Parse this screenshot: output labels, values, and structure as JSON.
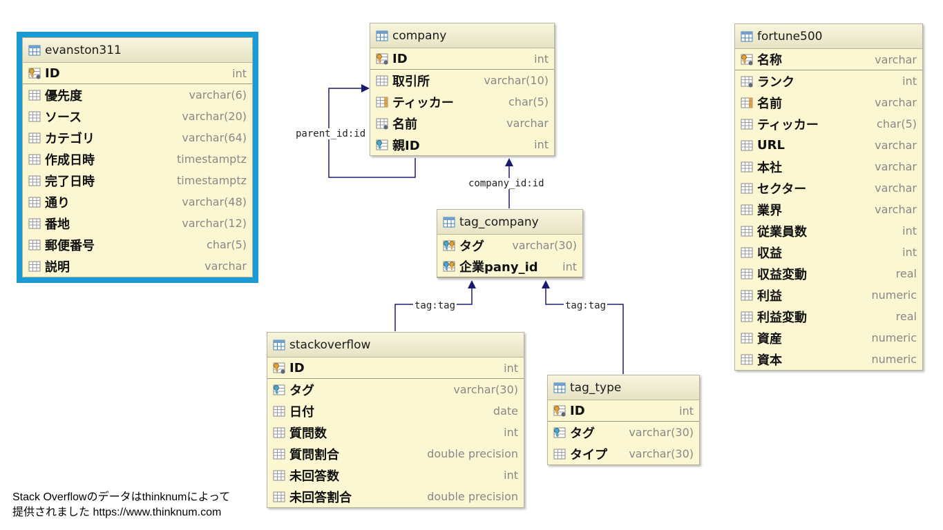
{
  "tables": {
    "evanston311": {
      "name": "evanston311",
      "columns": [
        {
          "name": "ID",
          "type": "int",
          "icon": "primary-key-icon"
        },
        {
          "name": "優先度",
          "type": "varchar(6)",
          "icon": "column-icon"
        },
        {
          "name": "ソース",
          "type": "varchar(20)",
          "icon": "column-icon"
        },
        {
          "name": "カテゴリ",
          "type": "varchar(64)",
          "icon": "column-icon"
        },
        {
          "name": "作成日時",
          "type": "timestamptz",
          "icon": "column-icon"
        },
        {
          "name": "完了日時",
          "type": "timestamptz",
          "icon": "column-icon"
        },
        {
          "name": "通り",
          "type": "varchar(48)",
          "icon": "column-icon"
        },
        {
          "name": "番地",
          "type": "varchar(12)",
          "icon": "column-icon"
        },
        {
          "name": "郵便番号",
          "type": "char(5)",
          "icon": "column-icon"
        },
        {
          "name": "説明",
          "type": "varchar",
          "icon": "column-icon"
        }
      ]
    },
    "company": {
      "name": "company",
      "columns": [
        {
          "name": "ID",
          "type": "int",
          "icon": "primary-key-icon"
        },
        {
          "name": "取引所",
          "type": "varchar(10)",
          "icon": "column-icon"
        },
        {
          "name": "ティッカー",
          "type": "char(5)",
          "icon": "unique-column-icon"
        },
        {
          "name": "名前",
          "type": "varchar",
          "icon": "not-null-column-icon"
        },
        {
          "name": "親ID",
          "type": "int",
          "icon": "foreign-key-icon"
        }
      ]
    },
    "tag_company": {
      "name": "tag_company",
      "columns": [
        {
          "name": "タグ",
          "type": "varchar(30)",
          "icon": "primary-foreign-key-icon"
        },
        {
          "name": "企業pany_id",
          "type": "int",
          "icon": "primary-foreign-key-icon"
        }
      ]
    },
    "stackoverflow": {
      "name": "stackoverflow",
      "columns": [
        {
          "name": "ID",
          "type": "int",
          "icon": "primary-key-icon"
        },
        {
          "name": "タグ",
          "type": "varchar(30)",
          "icon": "foreign-key-icon"
        },
        {
          "name": "日付",
          "type": "date",
          "icon": "column-icon"
        },
        {
          "name": "質問数",
          "type": "int",
          "icon": "column-icon"
        },
        {
          "name": "質問割合",
          "type": "double precision",
          "icon": "column-icon"
        },
        {
          "name": "未回答数",
          "type": "int",
          "icon": "column-icon"
        },
        {
          "name": "未回答割合",
          "type": "double precision",
          "icon": "column-icon"
        }
      ]
    },
    "tag_type": {
      "name": "tag_type",
      "columns": [
        {
          "name": "ID",
          "type": "int",
          "icon": "primary-key-icon"
        },
        {
          "name": "タグ",
          "type": "varchar(30)",
          "icon": "foreign-key-icon"
        },
        {
          "name": "タイプ",
          "type": "varchar(30)",
          "icon": "column-icon"
        }
      ]
    },
    "fortune500": {
      "name": "fortune500",
      "columns": [
        {
          "name": "名称",
          "type": "varchar",
          "icon": "primary-key-icon"
        },
        {
          "name": "ランク",
          "type": "int",
          "icon": "not-null-column-icon"
        },
        {
          "name": "名前",
          "type": "varchar",
          "icon": "unique-column-icon"
        },
        {
          "name": "ティッカー",
          "type": "char(5)",
          "icon": "column-icon"
        },
        {
          "name": "URL",
          "type": "varchar",
          "icon": "column-icon"
        },
        {
          "name": "本社",
          "type": "varchar",
          "icon": "column-icon"
        },
        {
          "name": "セクター",
          "type": "varchar",
          "icon": "column-icon"
        },
        {
          "name": "業界",
          "type": "varchar",
          "icon": "column-icon"
        },
        {
          "name": "従業員数",
          "type": "int",
          "icon": "column-icon"
        },
        {
          "name": "収益",
          "type": "int",
          "icon": "column-icon"
        },
        {
          "name": "収益変動",
          "type": "real",
          "icon": "column-icon"
        },
        {
          "name": "利益",
          "type": "numeric",
          "icon": "column-icon"
        },
        {
          "name": "利益変動",
          "type": "real",
          "icon": "column-icon"
        },
        {
          "name": "資産",
          "type": "numeric",
          "icon": "column-icon"
        },
        {
          "name": "資本",
          "type": "numeric",
          "icon": "column-icon"
        }
      ]
    }
  },
  "relations": {
    "parent": "parent_id:id",
    "company": "company_id:id",
    "stack_tag": "tag:tag",
    "type_tag": "tag:tag"
  },
  "credit": {
    "line1": "Stack Overflowのデータはthinknumによって",
    "line2": "提供されました https://www.thinknum.com"
  },
  "colors": {
    "table_bg": "#fbf7d2",
    "header_bg": "#ebe7c8",
    "selection": "#1a9bd6",
    "relation_line": "#1a1a6e"
  }
}
